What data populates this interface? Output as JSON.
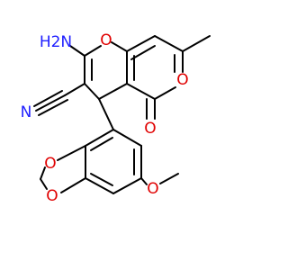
{
  "molecule": {
    "atoms": {
      "nh2": "H2N",
      "pyran_o": "O",
      "lactone_o": "O",
      "carbonyl_o": "O",
      "nitrile_n": "N",
      "dioxole_o_top": "O",
      "dioxole_o_bottom": "O",
      "methoxy_o": "O"
    },
    "colors": {
      "carbon": "#000000",
      "oxygen": "#e00000",
      "nitrogen": "#2020ff"
    }
  }
}
